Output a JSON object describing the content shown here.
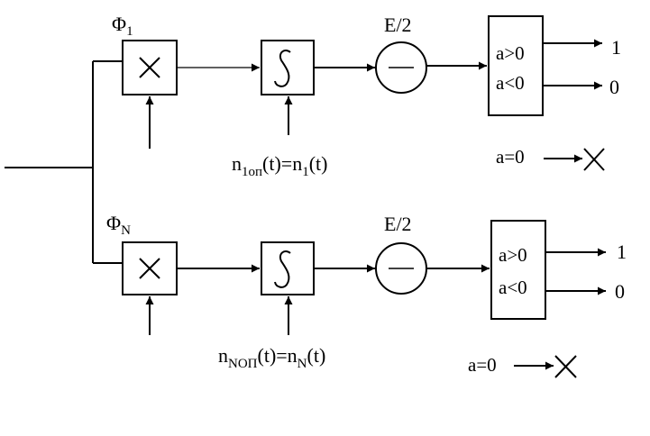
{
  "top_channel": {
    "phi": {
      "main": "Φ",
      "sub": "1"
    },
    "divider_label": "E/2",
    "noise": {
      "n1": "n",
      "n1_sub": "1оп",
      "mid": "(t)=n",
      "n2_sub": "1",
      "end": "(t)"
    },
    "decision": {
      "positive": "a>0",
      "negative": "a<0"
    },
    "output_positive": "1",
    "output_negative": "0",
    "zero_case": "a=0"
  },
  "bottom_channel": {
    "phi": {
      "main": "Φ",
      "sub": "N"
    },
    "divider_label": "E/2",
    "noise": {
      "n1": "n",
      "n1_sub": "NОП",
      "mid": "(t)=n",
      "n2_sub": "N",
      "end": "(t)"
    },
    "decision": {
      "positive": "a>0",
      "negative": "a<0"
    },
    "output_positive": "1",
    "output_negative": "0",
    "zero_case": "a=0"
  }
}
